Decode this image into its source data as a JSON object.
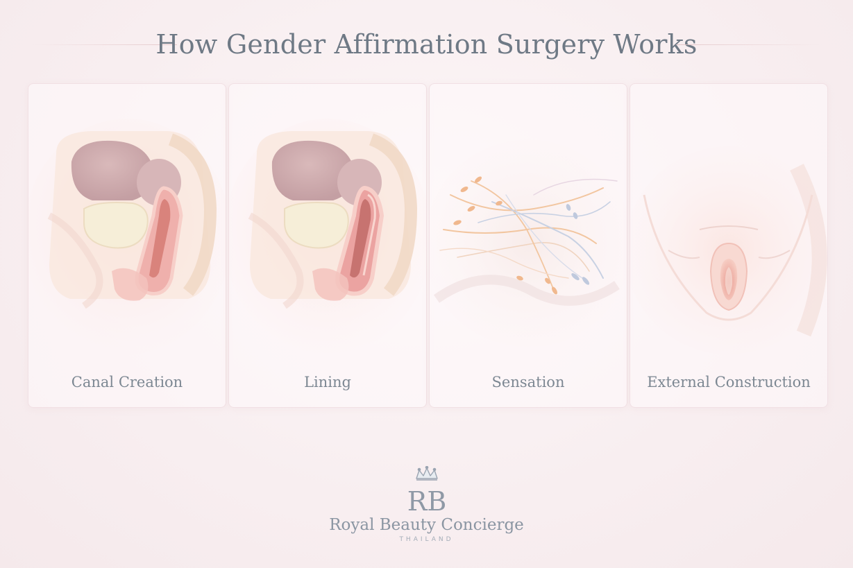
{
  "header": {
    "title": "How Gender Affirmation Surgery Works"
  },
  "panels": [
    {
      "label": "Canal Creation",
      "icon": "pelvic-anatomy-canal-illustration"
    },
    {
      "label": "Lining",
      "icon": "pelvic-anatomy-lining-illustration"
    },
    {
      "label": "Sensation",
      "icon": "nerve-network-illustration"
    },
    {
      "label": "External Construction",
      "icon": "external-anatomy-illustration"
    }
  ],
  "brand": {
    "monogram": "RB",
    "name": "Royal Beauty Concierge",
    "subtitle": "THAILAND"
  },
  "colors": {
    "background": "#f8eef0",
    "title": "#6e7985",
    "label": "#7c8792",
    "accent_pink": "#e9a9a6",
    "accent_peach": "#f2c7a3",
    "accent_blue": "#c8d1e3"
  }
}
